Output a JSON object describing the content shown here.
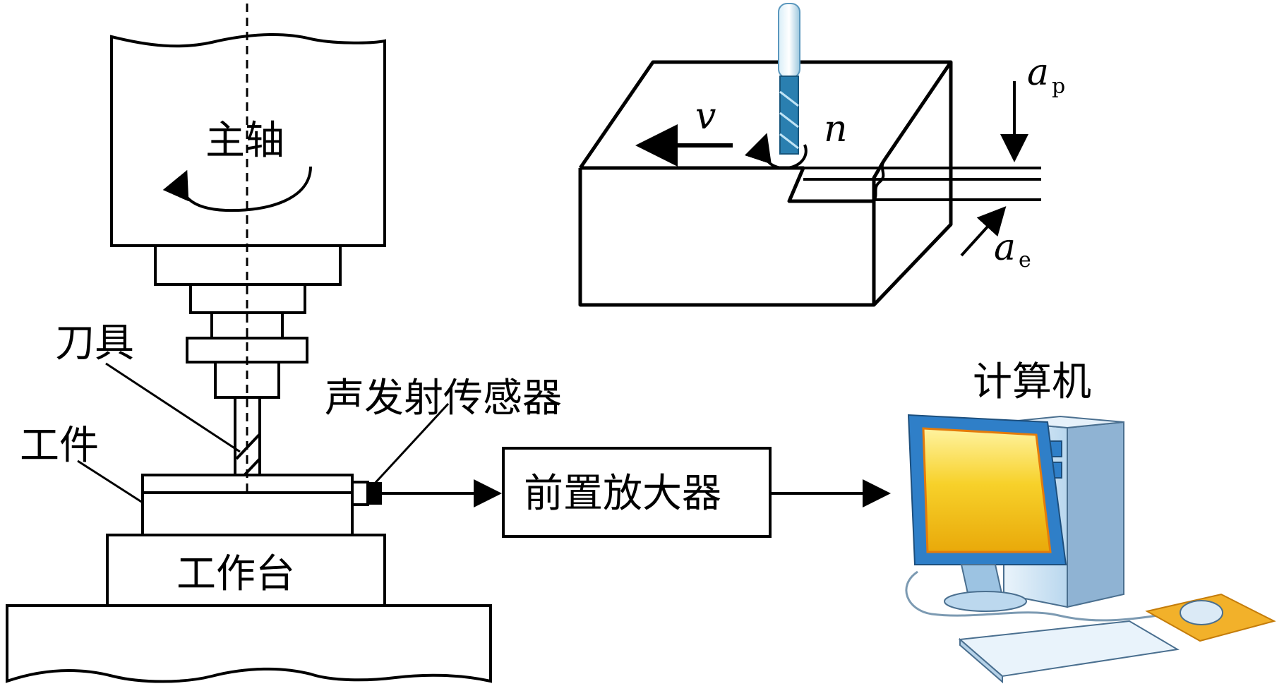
{
  "labels": {
    "spindle": "主轴",
    "tool": "刀具",
    "workpiece": "工件",
    "worktable": "工作台",
    "ae_sensor": "声发射传感器",
    "preamplifier": "前置放大器",
    "computer": "计算机"
  },
  "cutting_params": {
    "feed_speed": "v",
    "spindle_speed": "n",
    "depth_main": "a",
    "depth_sub": "p",
    "width_main": "a",
    "width_sub": "e"
  },
  "colors": {
    "line": "#000000",
    "monitor_frame": "#2f7fc8",
    "monitor_screen": "#f4c30f",
    "tower": "#cfe4f5",
    "tool_blue": "#2a7fb0",
    "mousepad": "#f2b12a"
  }
}
